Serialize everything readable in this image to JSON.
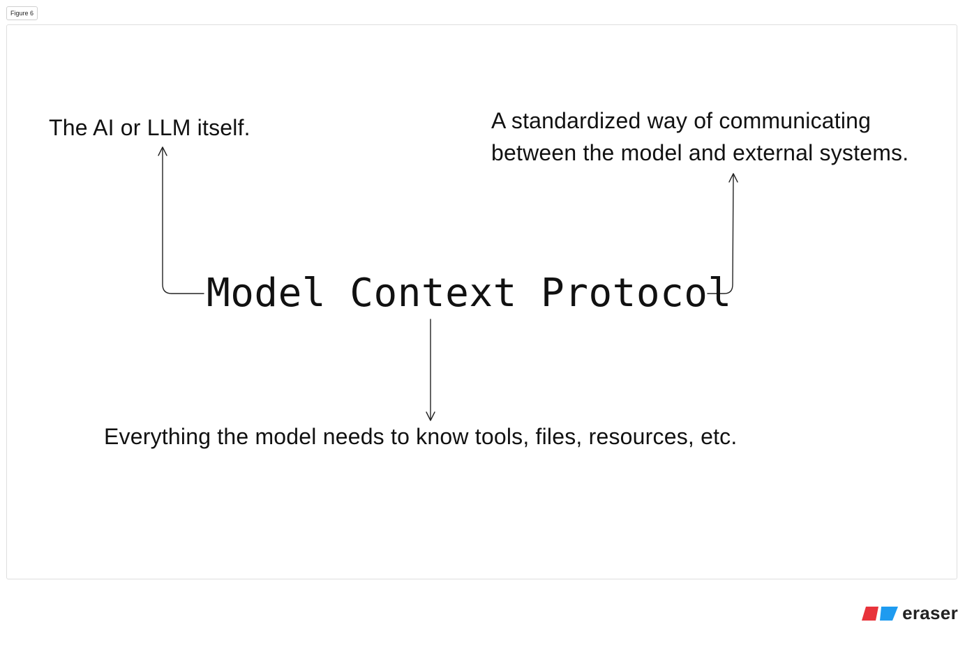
{
  "figure_label": "Figure 6",
  "diagram": {
    "center_title": "Model Context Protocol",
    "labels": {
      "model": "The AI or LLM itself.",
      "protocol": "A standardized way of communicating between the model and external systems.",
      "context": "Everything the model needs to know tools, files, resources, etc."
    }
  },
  "brand": {
    "name": "eraser",
    "colors": {
      "red": "#e8333b",
      "blue": "#1e9bf0"
    },
    "icon": "eraser-logo-icon"
  }
}
